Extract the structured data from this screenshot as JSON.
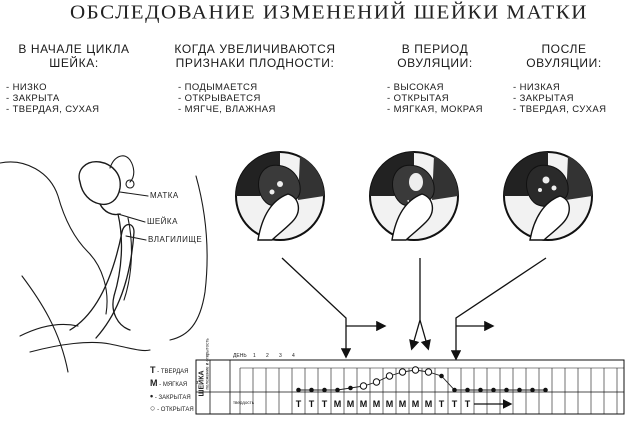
{
  "title": "ОБСЛЕДОВАНИЕ ИЗМЕНЕНИЙ ШЕЙКИ МАТКИ",
  "stages": [
    {
      "heading_1": "В НАЧАЛЕ ЦИКЛА",
      "heading_2": "ШЕЙКА:",
      "traits": [
        "НИЗКО",
        "ЗАКРЫТА",
        "ТВЕРДАЯ, СУХАЯ"
      ]
    },
    {
      "heading_1": "КОГДА УВЕЛИЧИВАЮТСЯ",
      "heading_2": "ПРИЗНАКИ ПЛОДНОСТИ:",
      "traits": [
        "ПОДЫМАЕТСЯ",
        "ОТКРЫВАЕТСЯ",
        "МЯГЧЕ, ВЛАЖНАЯ"
      ]
    },
    {
      "heading_1": "В ПЕРИОД",
      "heading_2": "ОВУЛЯЦИИ:",
      "traits": [
        "ВЫСОКАЯ",
        "ОТКРЫТАЯ",
        "МЯГКАЯ, МОКРАЯ"
      ]
    },
    {
      "heading_1": "ПОСЛЕ",
      "heading_2": "ОВУЛЯЦИИ:",
      "traits": [
        "НИЗКАЯ",
        "ЗАКРЫТАЯ",
        "ТВЕРДАЯ, СУХАЯ"
      ]
    }
  ],
  "anatomy_labels": {
    "uterus": "МАТКА",
    "cervix": "ШЕЙКА",
    "vagina": "ВЛАГИЛИЩЕ"
  },
  "chart": {
    "row_header": "ШЕЙКА",
    "day_label": "ДЕНЬ",
    "day_numbers": [
      "1",
      "2",
      "3",
      "4"
    ],
    "row_labels": [
      "положение и открытость",
      "твердость"
    ],
    "legend": [
      {
        "symbol": "Т",
        "text": "- ТВЕРДАЯ"
      },
      {
        "symbol": "М",
        "text": "- МЯГКАЯ"
      },
      {
        "symbol": "•",
        "text": "- ЗАКРЫТАЯ"
      },
      {
        "symbol": "○",
        "text": "- ОТКРЫТАЯ"
      }
    ],
    "firmness_marks": [
      "Т",
      "Т",
      "Т",
      "М",
      "М",
      "М",
      "М",
      "М",
      "М",
      "М",
      "М",
      "Т",
      "Т",
      "Т"
    ]
  }
}
